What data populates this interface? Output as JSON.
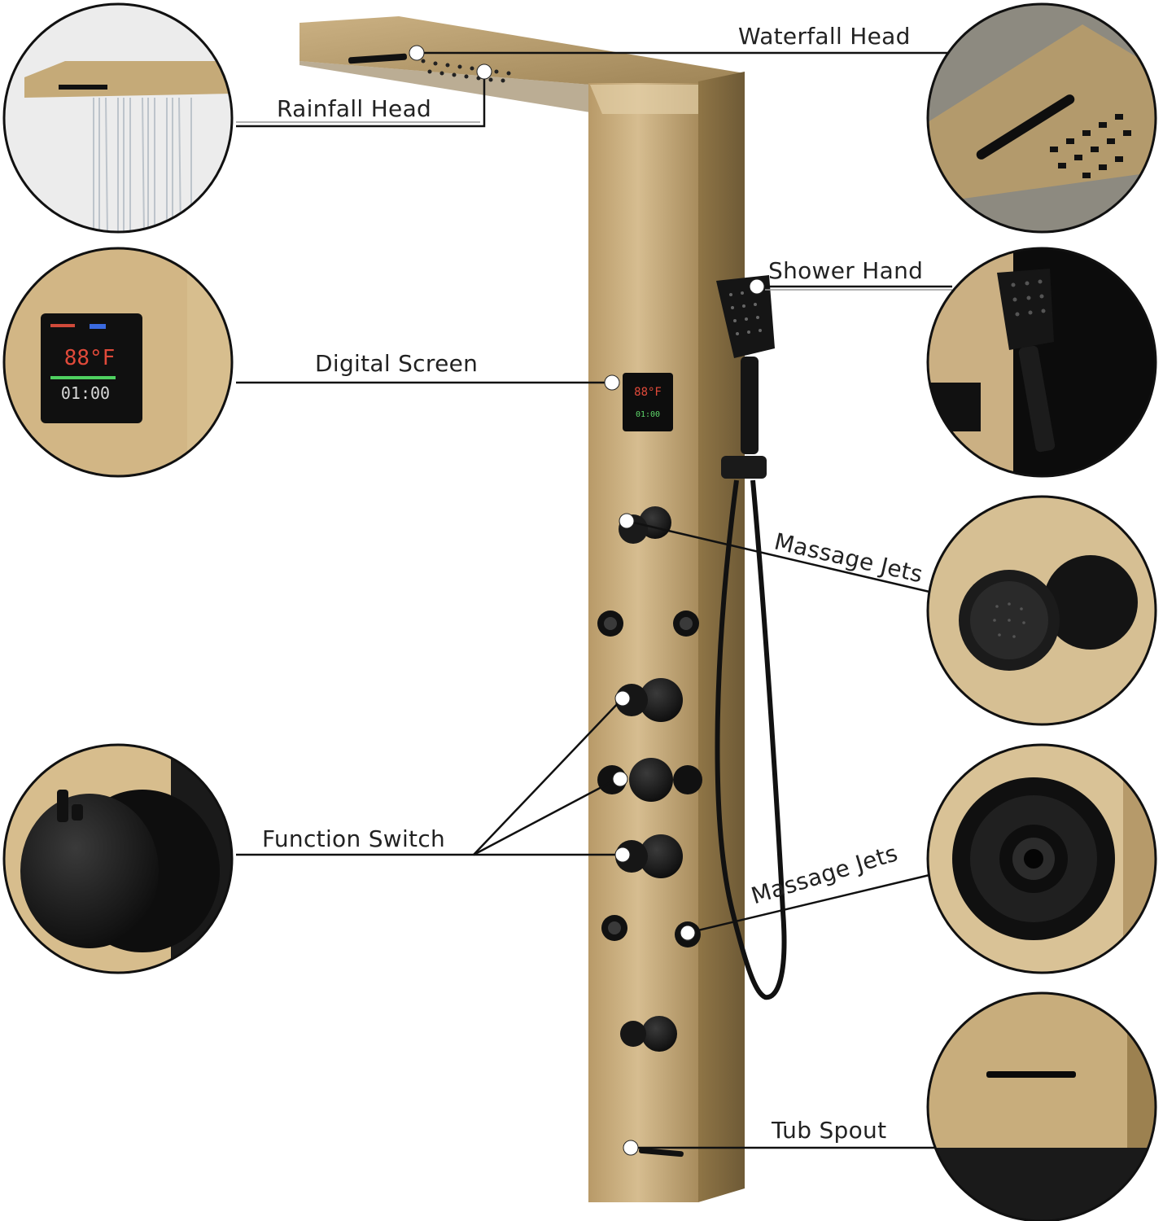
{
  "callouts": {
    "waterfall_head": "Waterfall Head",
    "rainfall_head": "Rainfall Head",
    "shower_hand": "Shower Hand",
    "digital_screen": "Digital Screen",
    "massage_jets_upper": "Massage Jets",
    "function_switch": "Function Switch",
    "massage_jets_lower": "Massage Jets",
    "tub_spout": "Tub Spout"
  },
  "screen": {
    "temperature": "88°F",
    "timer": "01:00"
  },
  "colors": {
    "panel_gold": "#c8ad7c",
    "panel_gold_dark": "#a88c5d",
    "hardware_black": "#151515",
    "callout_line": "#111111"
  },
  "icons": [
    "rainfall-icon",
    "waterfall-icon",
    "hand-shower-icon",
    "digital-display-icon",
    "massage-jet-icon",
    "function-knob-icon",
    "tub-spout-icon"
  ]
}
